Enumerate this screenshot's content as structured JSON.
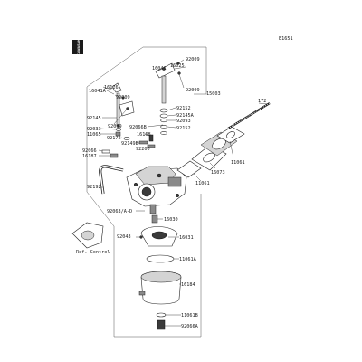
{
  "diagram_id": "E1651",
  "logo_text": "KAWASAKI",
  "parts": {
    "p16041": "16041",
    "p16025": "16025",
    "p92009_top": "92009",
    "p92009_top2": "92009",
    "p16041A": "16041A",
    "p16126": "16126",
    "p92009_mid": "92009",
    "p92145": "92145",
    "p92009_low": "92009",
    "p92066B": "92066B",
    "p92033": "92033",
    "p11065": "11065",
    "p92066": "92066",
    "p16187": "16187",
    "p92172": "92172",
    "p92149B": "92149B",
    "p16168": "16168",
    "p92200": "92200",
    "p92152_a": "92152",
    "p92145A": "92145A",
    "p92093": "92093",
    "p92152_b": "92152",
    "p15003": "15003",
    "p172": "172",
    "p16073": "16073",
    "p11061_r": "11061",
    "p11061_m": "11061",
    "p92192": "92192",
    "p92063A": "92063/A-D",
    "p16030": "16030",
    "p92043": "92043",
    "p16031": "16031",
    "p11061A": "11061A",
    "p16184": "16184",
    "p11061B": "11061B",
    "p92066A": "92066A"
  },
  "ref_control": "Ref. Control"
}
